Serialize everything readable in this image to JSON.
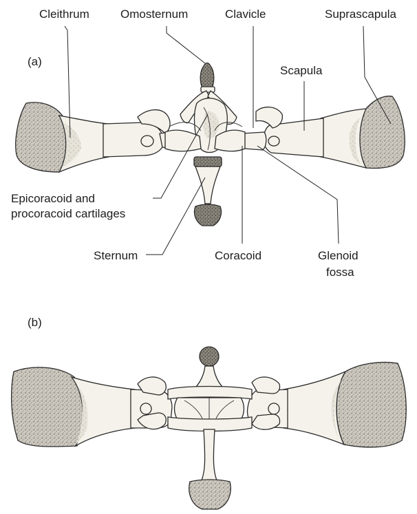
{
  "panels": {
    "a": "(a)",
    "b": "(b)"
  },
  "labels": {
    "cleithrum": "Cleithrum",
    "omosternum": "Omosternum",
    "clavicle": "Clavicle",
    "suprascapula": "Suprascapula",
    "scapula": "Scapula",
    "epicoracoid_line1": "Epicoracoid and",
    "epicoracoid_line2": "procoracoid cartilages",
    "sternum": "Sternum",
    "coracoid": "Coracoid",
    "glenoid_line1": "Glenoid",
    "glenoid_line2": "fossa"
  }
}
